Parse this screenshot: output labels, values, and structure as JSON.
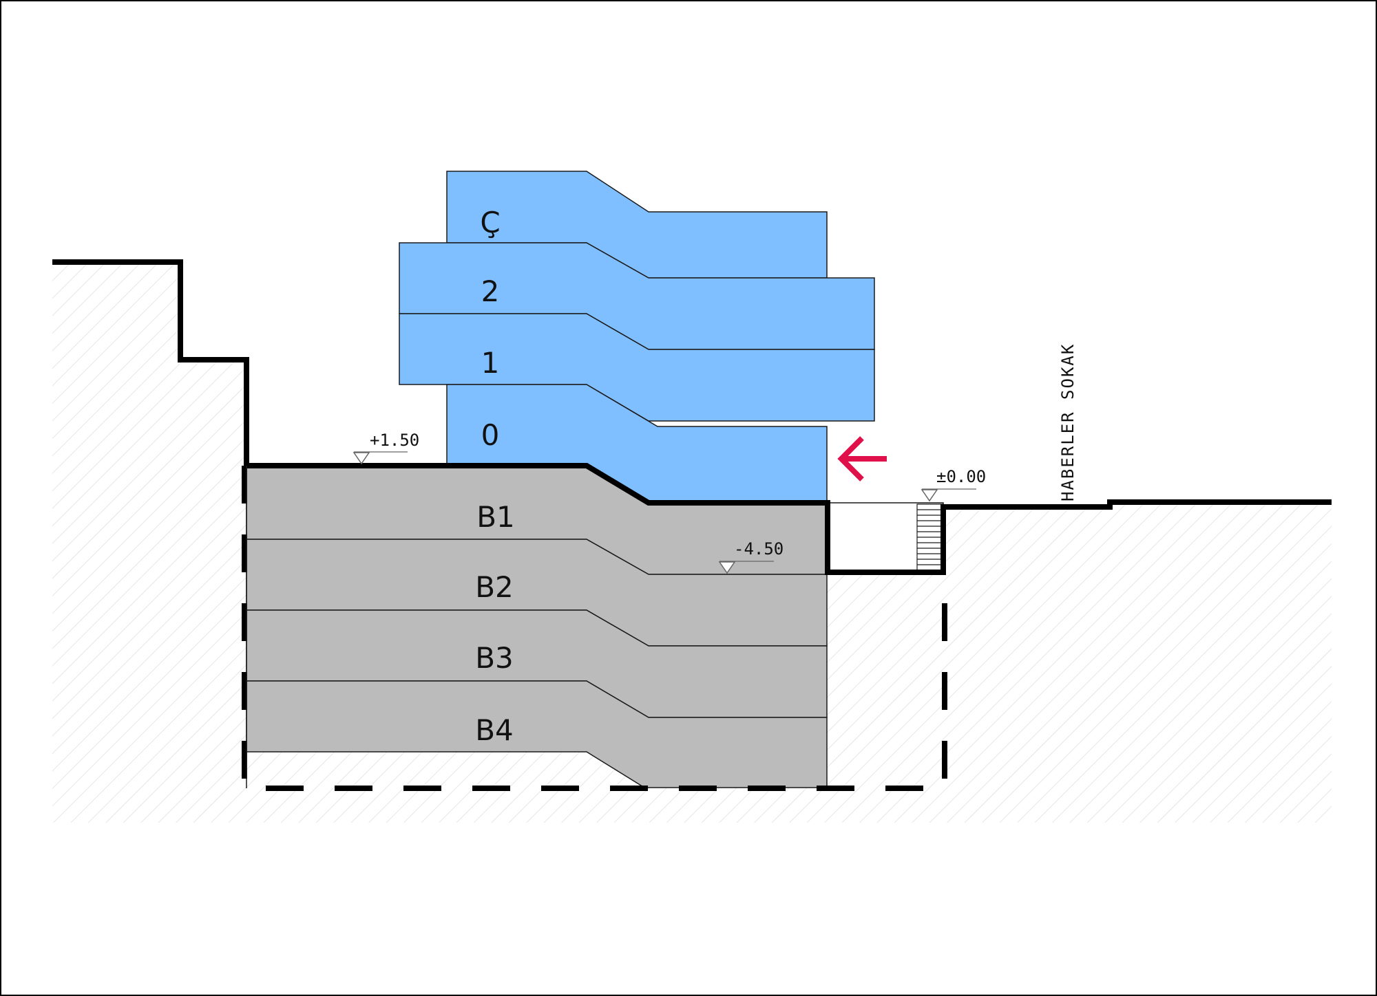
{
  "upper_floors": [
    "Ç",
    "2",
    "1",
    "0"
  ],
  "basement_floors": [
    "B1",
    "B2",
    "B3",
    "B4"
  ],
  "levels": {
    "upper": "+1.50",
    "street": "±0.00",
    "basement": "-4.50"
  },
  "street_name": "HABERLER SOKAK",
  "colors": {
    "above_ground": "#80bfff",
    "below_ground": "#bbbbbb",
    "entrance_arrow": "#e0104a",
    "ground_hatch": "#e6e6e6",
    "line": "#000000"
  },
  "icons": {
    "entrance_arrow": "arrow-left-icon",
    "level_marker": "triangle-down-icon"
  }
}
